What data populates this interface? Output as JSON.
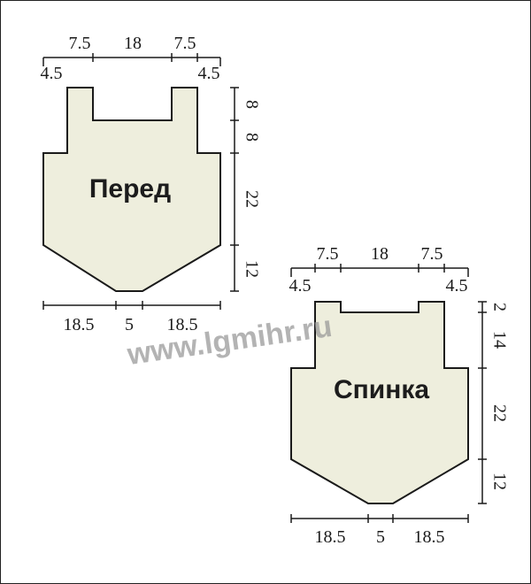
{
  "pieces": [
    {
      "title": "Перед",
      "top_dims": [
        "7.5",
        "18",
        "7.5"
      ],
      "edge_dims": [
        "4.5",
        "4.5"
      ],
      "side_dims": [
        "8",
        "8",
        "22",
        "12"
      ],
      "bottom_dims": [
        "18.5",
        "5",
        "18.5"
      ]
    },
    {
      "title": "Спинка",
      "top_dims": [
        "7.5",
        "18",
        "7.5"
      ],
      "edge_dims": [
        "4.5",
        "4.5"
      ],
      "side_dims": [
        "2",
        "14",
        "22",
        "12"
      ],
      "bottom_dims": [
        "18.5",
        "5",
        "18.5"
      ]
    }
  ],
  "watermark": "www.lgmihr.ru",
  "colors": {
    "fill": "#eeeedd",
    "stroke": "#1a1a1a",
    "watermark": "#9a9a9a"
  }
}
